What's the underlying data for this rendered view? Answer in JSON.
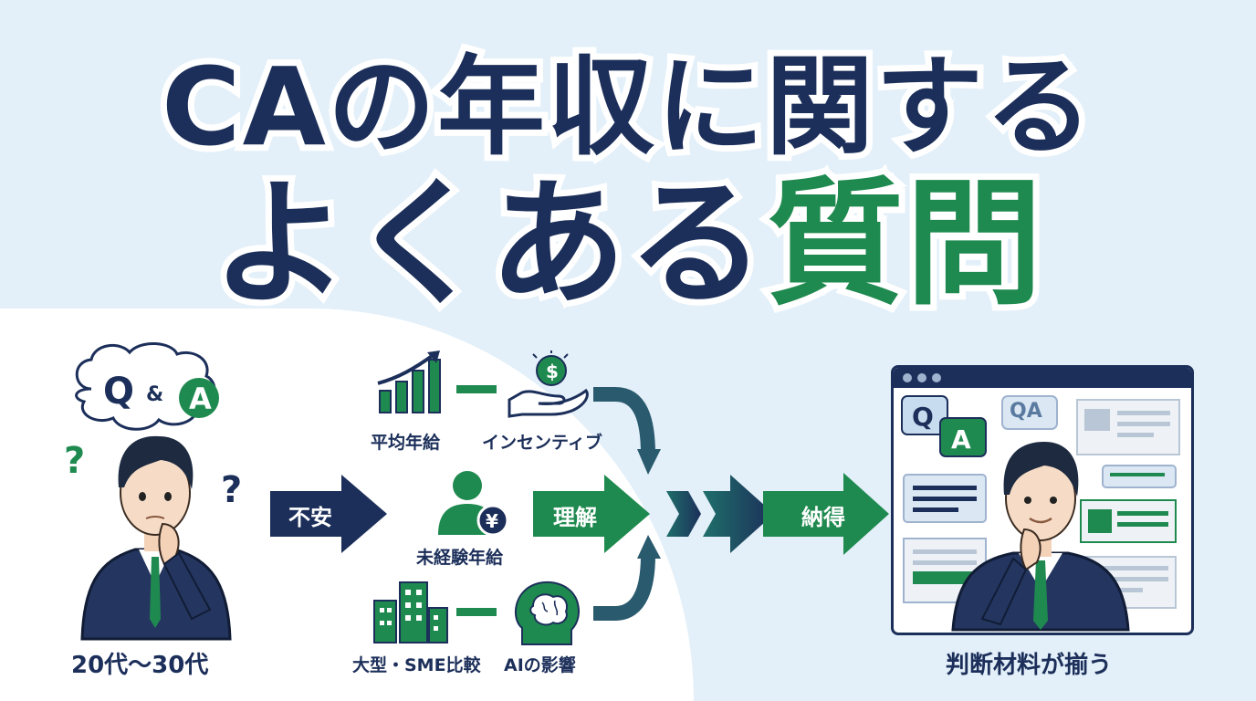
{
  "title": {
    "line1": "CAの年収に関する",
    "line2_prefix": "よくある",
    "line2_accent": "質問"
  },
  "left": {
    "bubble_q": "Q",
    "bubble_amp": "&",
    "bubble_a": "A",
    "caption": "20代〜30代"
  },
  "arrows": {
    "anxiety": "不安",
    "understanding": "理解",
    "conviction": "納得"
  },
  "topics": {
    "avg_salary": "平均年給",
    "incentive": "インセンティブ",
    "inexperienced": "未経験年給",
    "compare": "大型・SME比較",
    "ai": "AIの影響"
  },
  "right": {
    "qa_q": "Q",
    "qa_a": "A",
    "qa_label": "QA",
    "caption": "判断材料が揃う"
  },
  "colors": {
    "navy": "#1c2f5a",
    "green": "#1f8a4f",
    "light_blue": "#e3f0f9"
  }
}
